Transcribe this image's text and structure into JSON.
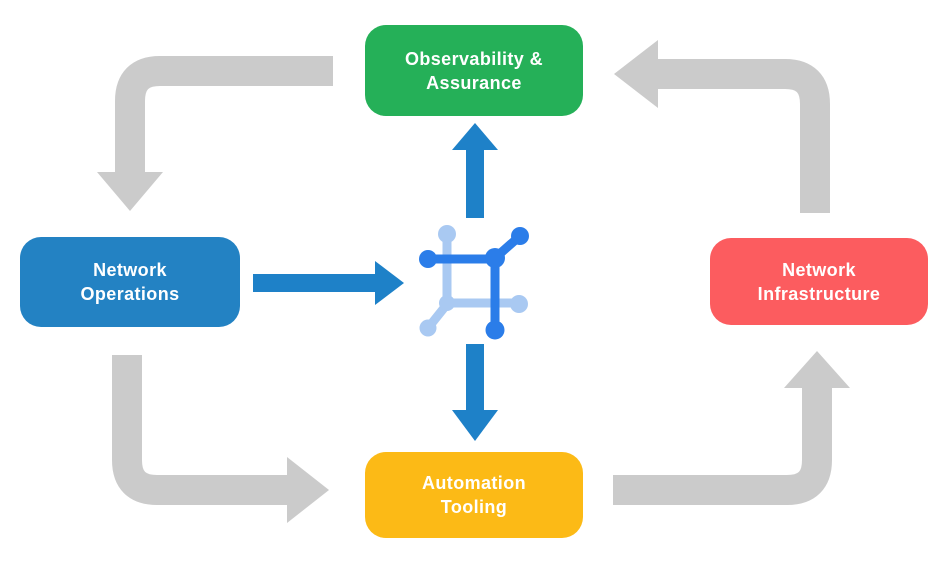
{
  "diagram": {
    "type": "cycle-flow",
    "nodes": [
      {
        "id": "observability-assurance",
        "label": "Observability & Assurance",
        "lines": [
          "Observability &",
          "Assurance"
        ],
        "color": "#25b058",
        "position": "top"
      },
      {
        "id": "network-operations",
        "label": "Network Operations",
        "lines": [
          "Network",
          "Operations"
        ],
        "color": "#2382c3",
        "position": "left"
      },
      {
        "id": "network-infrastructure",
        "label": "Network Infrastructure",
        "lines": [
          "Network",
          "Infrastructure"
        ],
        "color": "#fc5c5f",
        "position": "right"
      },
      {
        "id": "automation-tooling",
        "label": "Automation Tooling",
        "lines": [
          "Automation",
          "Tooling"
        ],
        "color": "#fcba16",
        "position": "bottom"
      }
    ],
    "center": {
      "icon": "network-mesh-icon"
    },
    "cycle_edges": [
      {
        "from": "observability-assurance",
        "to": "network-operations",
        "style": "gray-elbow"
      },
      {
        "from": "network-operations",
        "to": "automation-tooling",
        "style": "gray-elbow"
      },
      {
        "from": "automation-tooling",
        "to": "network-infrastructure",
        "style": "gray-elbow"
      },
      {
        "from": "network-infrastructure",
        "to": "observability-assurance",
        "style": "gray-elbow"
      }
    ],
    "flow_edges": [
      {
        "from": "network-operations",
        "to": "center",
        "style": "blue-straight"
      },
      {
        "from": "center",
        "to": "observability-assurance",
        "style": "blue-straight"
      },
      {
        "from": "center",
        "to": "automation-tooling",
        "style": "blue-straight"
      }
    ],
    "colors": {
      "cycle_arrow": "#cbcbcb",
      "flow_arrow": "#1e81c8",
      "icon_dark": "#2b7de9",
      "icon_light": "#a9c9f2",
      "node_text": "#ffffff",
      "background": "#ffffff"
    }
  }
}
